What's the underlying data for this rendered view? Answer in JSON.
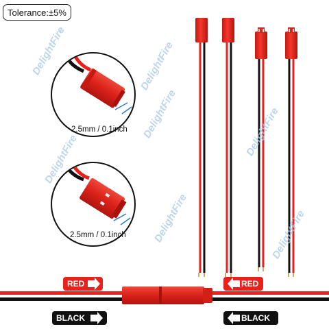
{
  "tolerance": "Tolerance:±5%",
  "dimension_top": "2.5mm / 0.1inch",
  "dimension_bottom": "2.5mm / 0.1inch",
  "labels": {
    "red_left": "RED",
    "red_right": "RED",
    "black_left": "BLACK",
    "black_right": "BLACK"
  },
  "watermark": "DelightFire",
  "colors": {
    "red": "#e8211c",
    "connector_red": "#e52a1f",
    "black": "#111111",
    "watermark": "#a9c7e6"
  }
}
